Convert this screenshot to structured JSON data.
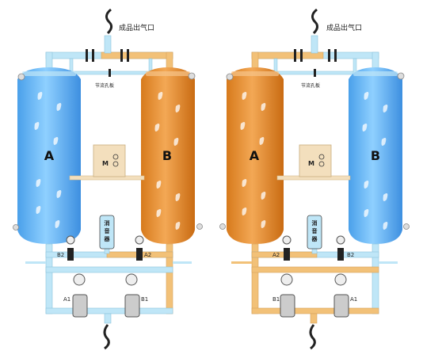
{
  "colors": {
    "blue": "#5aa9ea",
    "blue_light": "#a9dcff",
    "orange": "#e08a2c",
    "orange_light": "#f7c58a",
    "pipe_blue": "#bfe6f7",
    "pipe_orange": "#f2c178",
    "motor_box": "#f3dfbd"
  },
  "labels": {
    "product_outlet": "成品出气口",
    "orifice_plate": "节流孔板",
    "silencer": "消音器",
    "motor": "M"
  },
  "left_unit": {
    "tower_left": "A",
    "tower_right": "B",
    "valve_top_left": "B2",
    "valve_top_right": "A2",
    "valve_bottom_left": "A1",
    "valve_bottom_right": "B1"
  },
  "right_unit": {
    "tower_left": "A",
    "tower_right": "B",
    "valve_top_left": "A2",
    "valve_top_right": "B2",
    "valve_bottom_left": "B1",
    "valve_bottom_right": "A1"
  }
}
